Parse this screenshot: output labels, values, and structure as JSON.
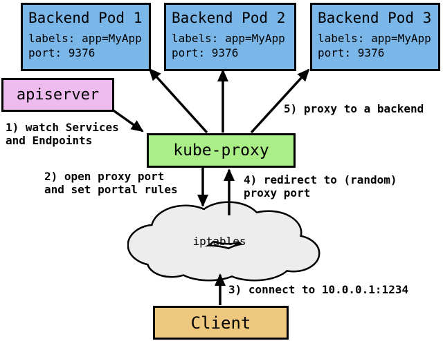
{
  "pods": [
    {
      "title": "Backend Pod 1",
      "labels": "labels: app=MyApp",
      "port": "port: 9376"
    },
    {
      "title": "Backend Pod 2",
      "labels": "labels: app=MyApp",
      "port": "port: 9376"
    },
    {
      "title": "Backend Pod 3",
      "labels": "labels: app=MyApp",
      "port": "port: 9376"
    }
  ],
  "nodes": {
    "apiserver": "apiserver",
    "kube_proxy": "kube-proxy",
    "iptables": "iptables",
    "client": "Client"
  },
  "annotations": {
    "step1": {
      "line1": "1) watch Services",
      "line2": "and Endpoints"
    },
    "step2": {
      "line1": "2) open proxy port",
      "line2": "and set portal rules"
    },
    "step3": {
      "line1": "3) connect to 10.0.0.1:1234"
    },
    "step4": {
      "line1": "4) redirect to (random)",
      "line2": "proxy port"
    },
    "step5": {
      "line1": "5) proxy to a backend"
    }
  },
  "colors": {
    "pod_fill": "#7ab6e8",
    "apiserver_fill": "#eebbee",
    "kube_proxy_fill": "#aaee88",
    "client_fill": "#eec87e",
    "cloud_fill": "#ededed",
    "line": "#000000"
  }
}
